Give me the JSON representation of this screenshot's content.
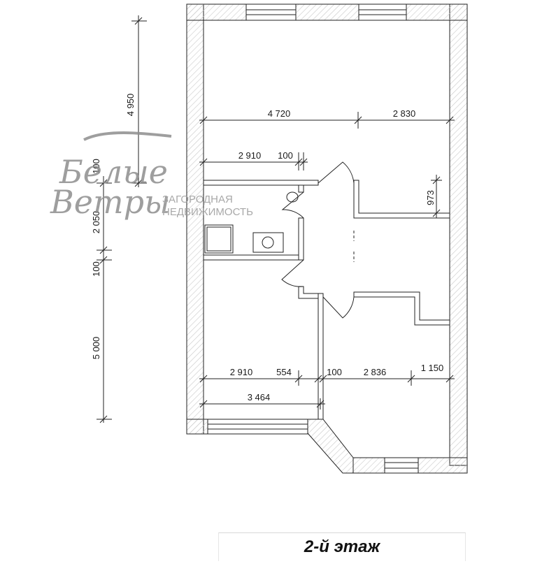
{
  "floor_title": "2-й этаж",
  "watermark": {
    "script_line1": "Белые",
    "script_line2": "Ветры",
    "line1": "ЗАГОРОДНАЯ",
    "line2": "НЕДВИЖИМОСТЬ"
  },
  "dimensions": {
    "left_total_top": "4 950",
    "left_100_a": "100",
    "left_2050": "2 050",
    "left_100_b": "100",
    "left_5000": "5 000",
    "top_4720": "4 720",
    "top_2830": "2 830",
    "upper_2910": "2 910",
    "upper_100": "100",
    "right_973": "973",
    "lower_2910": "2 910",
    "lower_554": "554",
    "lower_100": "100",
    "lower_2836": "2 836",
    "lower_1150": "1 150",
    "lower_3464": "3 464"
  },
  "colors": {
    "wall": "#ffffff",
    "wall_hatch": "#c9c9c9",
    "line": "#222222",
    "watermark": "#8e8e8e"
  }
}
